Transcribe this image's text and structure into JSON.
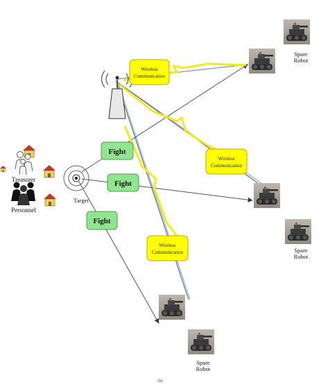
{
  "colors": {
    "wireless_fill": "#ffff00",
    "wireless_border": "#c9a400",
    "fight_fill": "#92e58f",
    "fight_border": "#4f9d4c",
    "line": "#4b5563",
    "lightning": "#f2ea1a"
  },
  "labels": {
    "wireless": "Wireless Communication",
    "fight": "Fight",
    "target": "Target",
    "treasurer": "Treasurer",
    "personnel": "Personnel",
    "spare_robot": "Spare Robot",
    "caption": "(b)"
  },
  "icons": {
    "antenna": "radio-tower-icon",
    "house": "house-icon",
    "robot": "robot-icon",
    "target": "target-icon",
    "person": "person-icon"
  }
}
